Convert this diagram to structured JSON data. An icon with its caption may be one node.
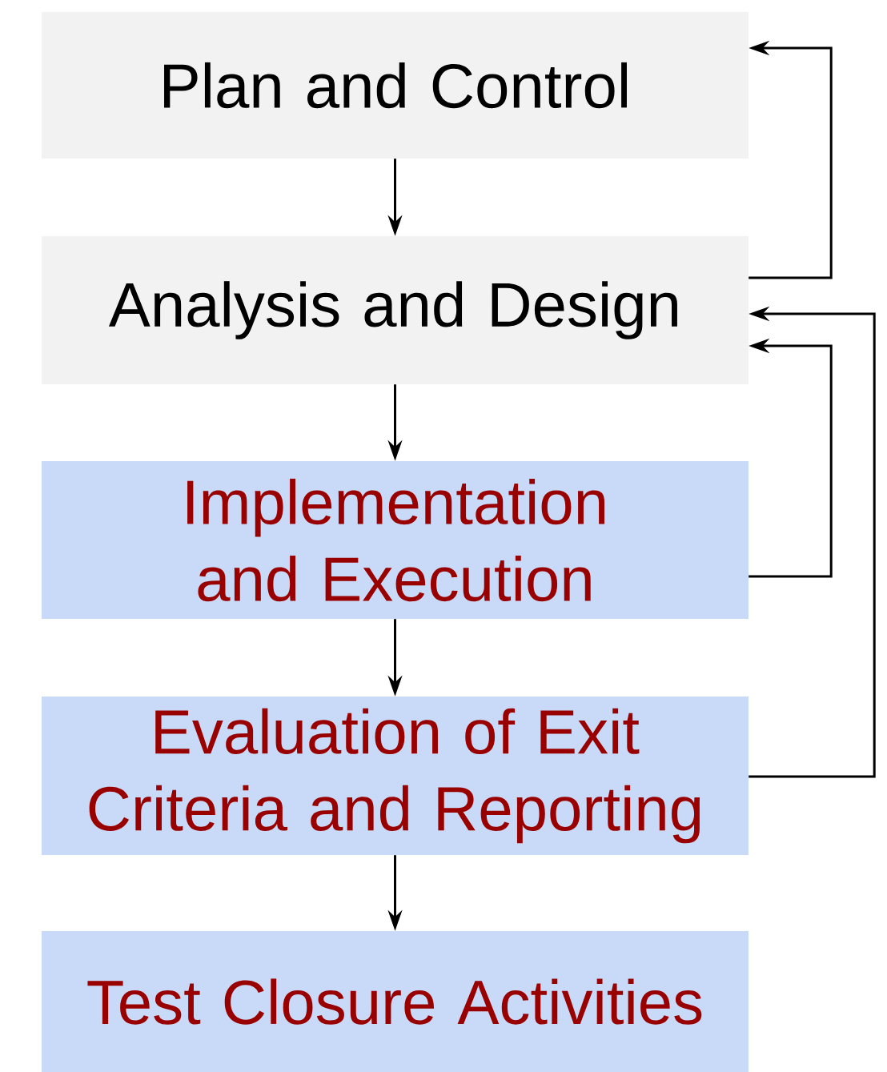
{
  "diagram": {
    "nodes": [
      {
        "text": [
          "Plan and Control"
        ]
      },
      {
        "text": [
          "Analysis and Design"
        ]
      },
      {
        "text": [
          "Implementation and Execution"
        ]
      },
      {
        "text": [
          "Evaluation of Exit Criteria and Reporting"
        ]
      },
      {
        "text": [
          "Test Closure Activities"
        ]
      }
    ],
    "edges": [
      {
        "from": 0,
        "to": 1,
        "arrow": "to"
      },
      {
        "from": 1,
        "to": 2,
        "arrow": "to"
      },
      {
        "from": 2,
        "to": 3,
        "arrow": "to"
      },
      {
        "from": 3,
        "to": 4,
        "arrow": "to"
      },
      {
        "from": 1,
        "to": 0,
        "arrow": "to"
      },
      {
        "from": 2,
        "to": 1,
        "arrow": "to"
      },
      {
        "from": 3,
        "to": 1,
        "arrow": "to"
      }
    ]
  }
}
